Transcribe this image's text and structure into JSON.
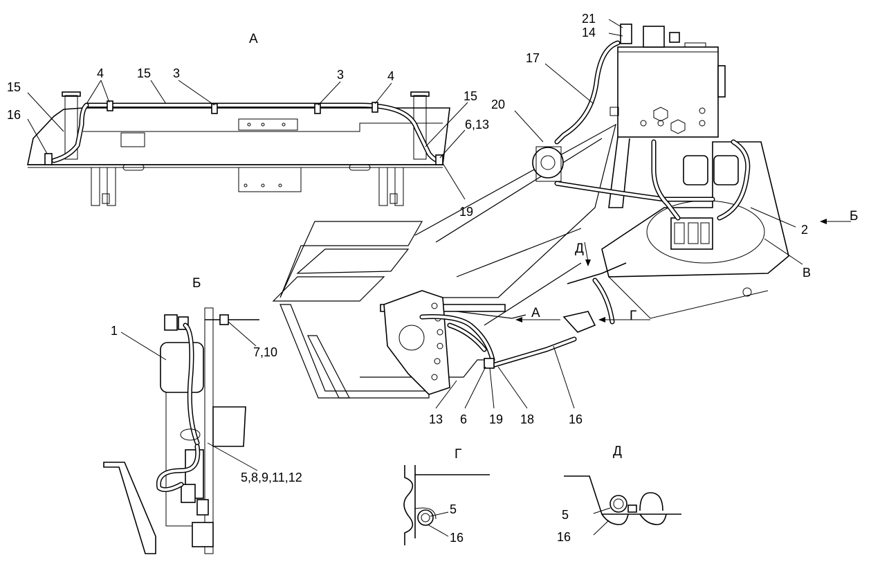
{
  "views": {
    "a": "А",
    "b": "Б",
    "g": "Г",
    "d": "Д"
  },
  "view_a": {
    "labels": [
      "15",
      "16",
      "4",
      "15",
      "3",
      "3",
      "4",
      "15",
      "6,13",
      "19"
    ]
  },
  "main": {
    "labels": [
      "21",
      "14",
      "17",
      "20",
      "2",
      "Б",
      "В",
      "Д",
      "А",
      "Г",
      "13",
      "6",
      "19",
      "18",
      "16"
    ]
  },
  "view_b": {
    "labels": [
      "1",
      "7,10",
      "5,8,9,11,12"
    ]
  },
  "view_g": {
    "labels": [
      "5",
      "16"
    ]
  },
  "view_d": {
    "labels": [
      "5",
      "16"
    ]
  }
}
